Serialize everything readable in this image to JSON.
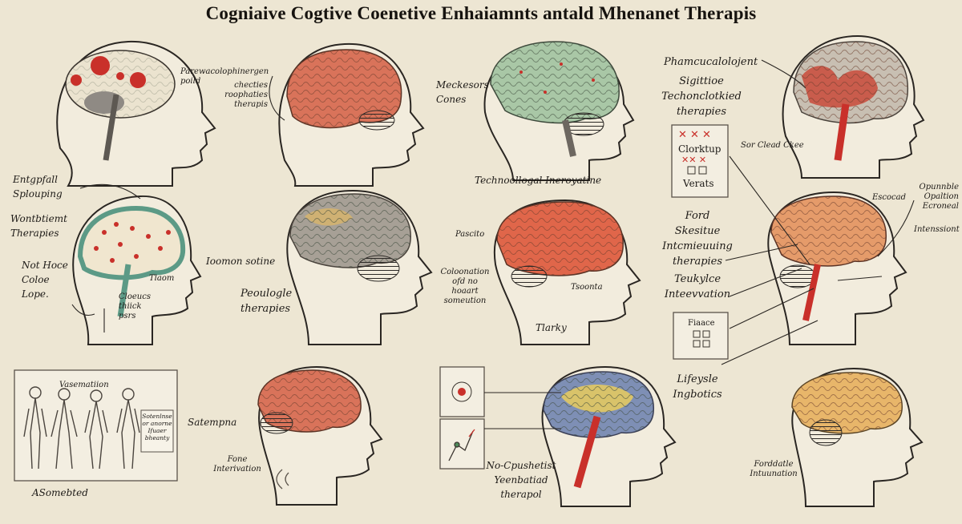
{
  "title": "Cogniaive Cogtive Coenetive Enhaiamnts antald Mhenanet Therapis",
  "labels": {
    "l1": "Parewacolophinergen\npoild",
    "l2": "checties\nroophaties\ntherapis",
    "l3": "Meckesors\nCones",
    "l4": "Phamcucalolojent",
    "l5": "Sigittioe\nTechonclotkied\ntherapies",
    "l6": "Sor Clead Ckee",
    "l7": "Entgpfall\nSplouping",
    "l8": "Wontbtiemt\nTherapies",
    "l9": "Not Hoce\nColoe\nLope.",
    "l10": "Tlaom",
    "l11": "Cloeucs\nthiick\npsrs",
    "l12": "Technoollogal Ineroyatine",
    "l13": "Ioomon sotine",
    "l14": "Peoulogle\ntherapies",
    "l15": "Pascito",
    "l16": "Coloonation\nofd no\nhoaart\nsomeution",
    "l17": "Tsoonta",
    "l18": "Tlarky",
    "l19": "Ford\nSkesitue\nIntcmieuuing\ntherapies",
    "l20": "Teukylce\nInteevvation",
    "l21": "Escocad",
    "l22": "Opunnble\nOpaltion\nEcroneal",
    "l23": "Intenssiont",
    "l24": "Lifeysle\nIngbotics",
    "l25": "Vasematiion",
    "l26": "Sotenlnse\nor anorne\nIfuaer\nbheanty",
    "l27": "ASomebted",
    "l28": "Satempna",
    "l29": "Fone\nInterivation",
    "l30": "No-Cpushetist\nYeenbatiad\ntherapol",
    "l31": "Forddatle\nIntuunation"
  },
  "boxes": {
    "b1": "Clorktup",
    "b1b": "Verats",
    "b2": "Fiaace"
  },
  "colors": {
    "background": "#ede6d3",
    "brain_red": "#d9735a",
    "brain_green": "#a9c7a6",
    "brain_gray": "#a7a096",
    "accent_red": "#c9302a"
  },
  "icons": [
    "head-profile-icon",
    "brain-icon",
    "person-figure-icon",
    "target-icon",
    "chart-icon"
  ]
}
